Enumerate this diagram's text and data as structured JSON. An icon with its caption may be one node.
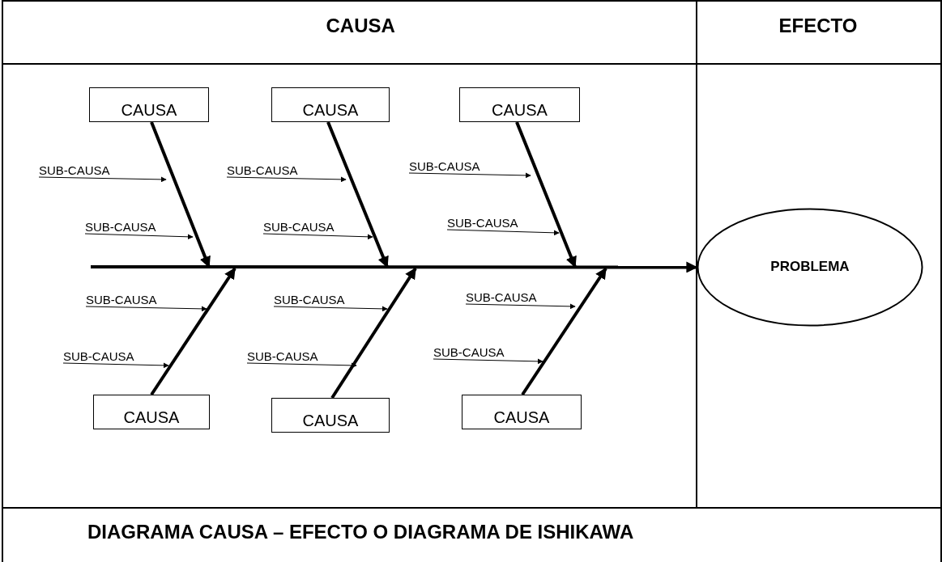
{
  "diagram": {
    "caption": "DIAGRAMA CAUSA – EFECTO O DIAGRAMA DE ISHIKAWA",
    "nodes": [
      {
        "text": [
          "CAUSA"
        ]
      },
      {
        "text": [
          "CAUSA"
        ]
      },
      {
        "text": [
          "CAUSA"
        ]
      },
      {
        "text": [
          "SUB-CAUSA"
        ]
      },
      {
        "text": [
          "SUB-CAUSA"
        ]
      },
      {
        "text": [
          "SUB-CAUSA"
        ]
      },
      {
        "text": [
          "SUB-CAUSA"
        ]
      },
      {
        "text": [
          "SUB-CAUSA"
        ]
      },
      {
        "text": [
          "SUB-CAUSA"
        ]
      },
      {
        "text": [
          "PROBLEMA"
        ]
      },
      {
        "text": [
          "SUB-CAUSA"
        ]
      },
      {
        "text": [
          "SUB-CAUSA"
        ]
      },
      {
        "text": [
          "SUB-CAUSA"
        ]
      },
      {
        "text": [
          "SUB-CAUSA"
        ]
      },
      {
        "text": [
          "SUB-CAUSA"
        ]
      },
      {
        "text": [
          "SUB-CAUSA"
        ]
      },
      {
        "text": [
          "CAUSA"
        ]
      },
      {
        "text": [
          "CAUSA"
        ]
      },
      {
        "text": [
          "CAUSA"
        ]
      }
    ],
    "edges": [
      {
        "from": 0,
        "to": null,
        "arrow": "to",
        "style": "thick"
      },
      {
        "from": 1,
        "to": null,
        "arrow": "to",
        "style": "thick"
      },
      {
        "from": 2,
        "to": null,
        "arrow": "to",
        "style": "thick"
      },
      {
        "from": 16,
        "to": null,
        "arrow": "to",
        "style": "thick"
      },
      {
        "from": 17,
        "to": null,
        "arrow": "to",
        "style": "thick"
      },
      {
        "from": 18,
        "to": null,
        "arrow": "to",
        "style": "thick"
      },
      {
        "from": null,
        "to": 9,
        "arrow": "to",
        "style": "thick"
      },
      {
        "from": 3,
        "to": null,
        "arrow": "to"
      },
      {
        "from": 4,
        "to": null,
        "arrow": "to"
      },
      {
        "from": 5,
        "to": null,
        "arrow": "to"
      },
      {
        "from": 6,
        "to": null,
        "arrow": "to"
      },
      {
        "from": 7,
        "to": null,
        "arrow": "to"
      },
      {
        "from": 8,
        "to": null,
        "arrow": "to"
      },
      {
        "from": 10,
        "to": null,
        "arrow": "to"
      },
      {
        "from": 11,
        "to": null,
        "arrow": "to"
      },
      {
        "from": 12,
        "to": null,
        "arrow": "to"
      },
      {
        "from": 13,
        "to": null,
        "arrow": "to"
      },
      {
        "from": 14,
        "to": null,
        "arrow": "to"
      },
      {
        "from": 15,
        "to": null,
        "arrow": "to"
      }
    ],
    "labels": [
      "CAUSA",
      "EFECTO"
    ]
  }
}
